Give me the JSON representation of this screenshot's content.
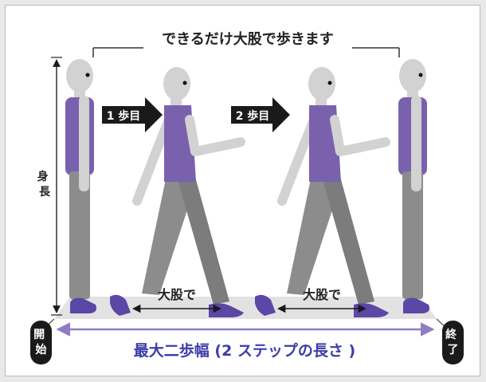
{
  "title": "できるだけ大股で歩きます",
  "height_label": "身長",
  "step_labels": [
    "1 歩目",
    "2 歩目"
  ],
  "stride_labels": [
    "大股で",
    "大股で"
  ],
  "start_label": "開始",
  "end_label": "終了",
  "measure_label": "最大二歩幅 (2 ステップの長さ )",
  "colors": {
    "shirt": "#7a61ad",
    "shoe": "#5a47a6",
    "pants": "#8c8c8c",
    "skin": "#d2d2d2",
    "floor": "#e2e2e2",
    "measure": "#3c3ca8",
    "arrow": "#1a1a1a"
  }
}
